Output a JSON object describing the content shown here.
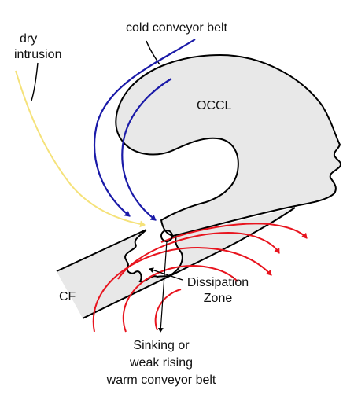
{
  "labels": {
    "cold_conveyor_belt": "cold conveyor belt",
    "dry_intrusion_line1": "dry",
    "dry_intrusion_line2": "intrusion",
    "occl": "OCCL",
    "cf": "CF",
    "dissipation_line1": "Dissipation",
    "dissipation_line2": "Zone",
    "sinking_line1": "Sinking or",
    "sinking_line2": "weak rising",
    "sinking_line3": "warm conveyor belt"
  },
  "colors": {
    "cloud_fill": "#e8e8e8",
    "outline": "#000000",
    "cold_conveyor_belt": "#1a1aa8",
    "dry_intrusion": "#f5e27a",
    "warm_conveyor_belt": "#e8141e"
  }
}
